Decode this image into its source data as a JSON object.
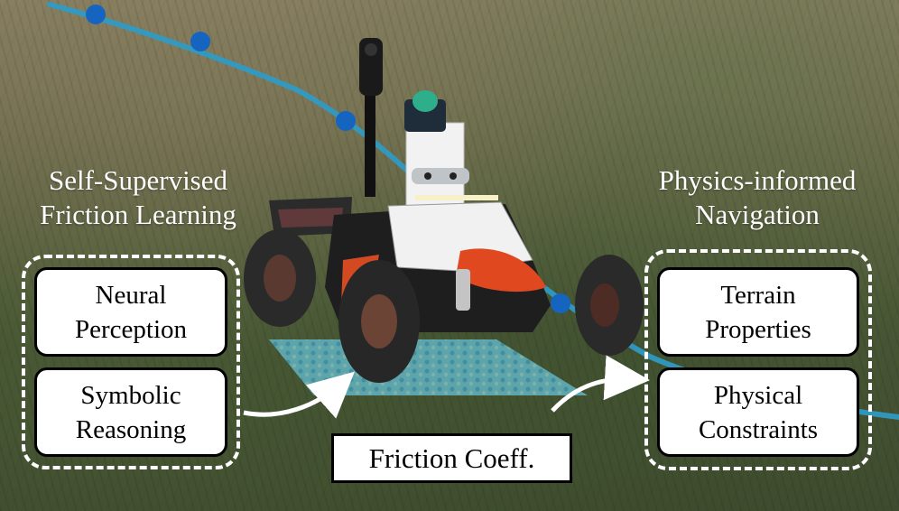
{
  "labels": {
    "left_heading_line1": "Self-Supervised",
    "left_heading_line2": "Friction Learning",
    "right_heading_line1": "Physics-informed",
    "right_heading_line2": "Navigation",
    "neural_line1": "Neural",
    "neural_line2": "Perception",
    "symbolic_line1": "Symbolic",
    "symbolic_line2": "Reasoning",
    "terrain_line1": "Terrain",
    "terrain_line2": "Properties",
    "physical_line1": "Physical",
    "physical_line2": "Constraints",
    "friction": "Friction Coeff."
  },
  "colors": {
    "trajectory": "#2f9bc7",
    "waypoint": "#1565c0",
    "group_border": "#ffffff",
    "box_border": "#000000",
    "car_accent": "#e0481f"
  }
}
